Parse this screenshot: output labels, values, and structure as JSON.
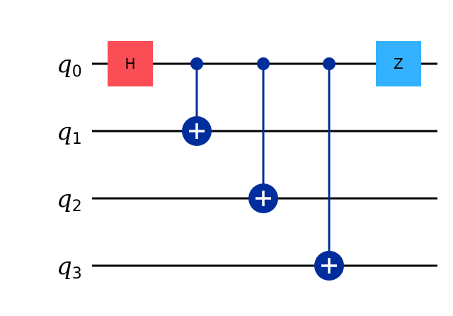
{
  "circuit": {
    "qubits": [
      {
        "id": "q0",
        "base": "q",
        "sub": "0"
      },
      {
        "id": "q1",
        "base": "q",
        "sub": "1"
      },
      {
        "id": "q2",
        "base": "q",
        "sub": "2"
      },
      {
        "id": "q3",
        "base": "q",
        "sub": "3"
      }
    ],
    "gates": [
      {
        "type": "single",
        "label": "H",
        "qubit": 0,
        "step": 0,
        "color": "#fa4d56"
      },
      {
        "type": "cx",
        "control": 0,
        "target": 1,
        "step": 1,
        "color": "#002d9c"
      },
      {
        "type": "cx",
        "control": 0,
        "target": 2,
        "step": 2,
        "color": "#002d9c"
      },
      {
        "type": "cx",
        "control": 0,
        "target": 3,
        "step": 3,
        "color": "#002d9c"
      },
      {
        "type": "single",
        "label": "Z",
        "qubit": 0,
        "step": 4,
        "color": "#33b1ff"
      }
    ],
    "colors": {
      "wire": "#000000",
      "text": "#000000"
    }
  }
}
